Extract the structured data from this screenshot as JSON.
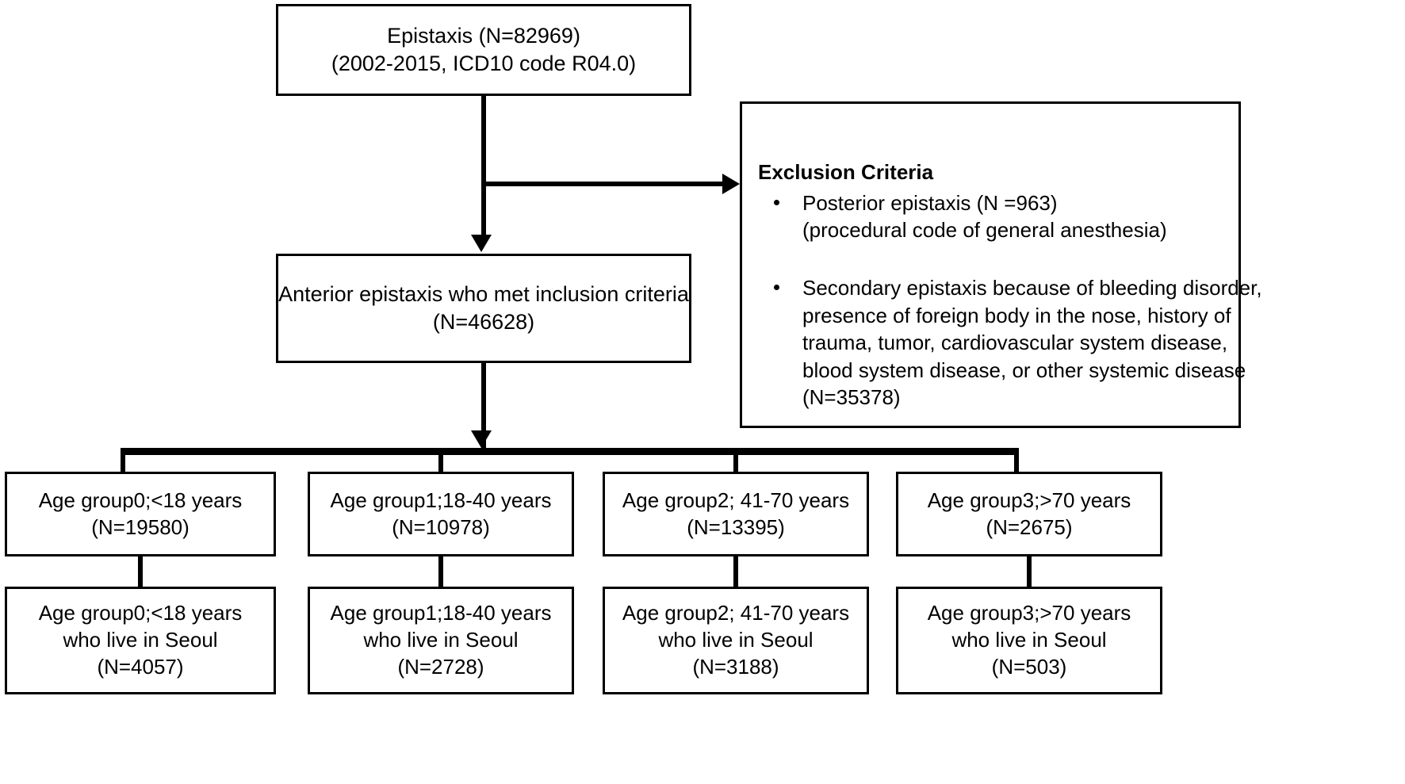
{
  "diagram": {
    "title": "Epistaxis cohort selection flowchart",
    "stroke_color": "#000000",
    "background_color": "#ffffff",
    "top_box": {
      "line1": "Epistaxis (N=82969)",
      "line2": "(2002-2015, ICD10 code R04.0)"
    },
    "inclusion_box": {
      "line1": "Anterior epistaxis who met inclusion criteria",
      "line2": "(N=46628)"
    },
    "exclusion_box": {
      "title": "Exclusion Criteria",
      "item1": {
        "line1": "Posterior epistaxis (N =963)",
        "line2": "(procedural code of general anesthesia)"
      },
      "item2": {
        "line1": "Secondary epistaxis because of bleeding disorder,",
        "line2": "presence of foreign body in the nose, history of",
        "line3": "trauma, tumor, cardiovascular system disease,",
        "line4": "blood system disease, or other systemic disease",
        "line5": "(N=35378)"
      }
    },
    "age_groups": [
      {
        "label": "Age group0;<18 years",
        "count": "(N=19580)"
      },
      {
        "label": "Age group1;18-40 years",
        "count": "(N=10978)"
      },
      {
        "label": "Age group2; 41-70 years",
        "count": "(N=13395)"
      },
      {
        "label": "Age group3;>70 years",
        "count": "(N=2675)"
      }
    ],
    "seoul_groups": [
      {
        "label": "Age group0;<18 years",
        "sub": "who live in Seoul",
        "count": "(N=4057)"
      },
      {
        "label": "Age group1;18-40 years",
        "sub": "who live in Seoul",
        "count": "(N=2728)"
      },
      {
        "label": "Age group2; 41-70 years",
        "sub": "who live in Seoul",
        "count": "(N=3188)"
      },
      {
        "label": "Age group3;>70 years",
        "sub": "who live in Seoul",
        "count": "(N=503)"
      }
    ]
  }
}
